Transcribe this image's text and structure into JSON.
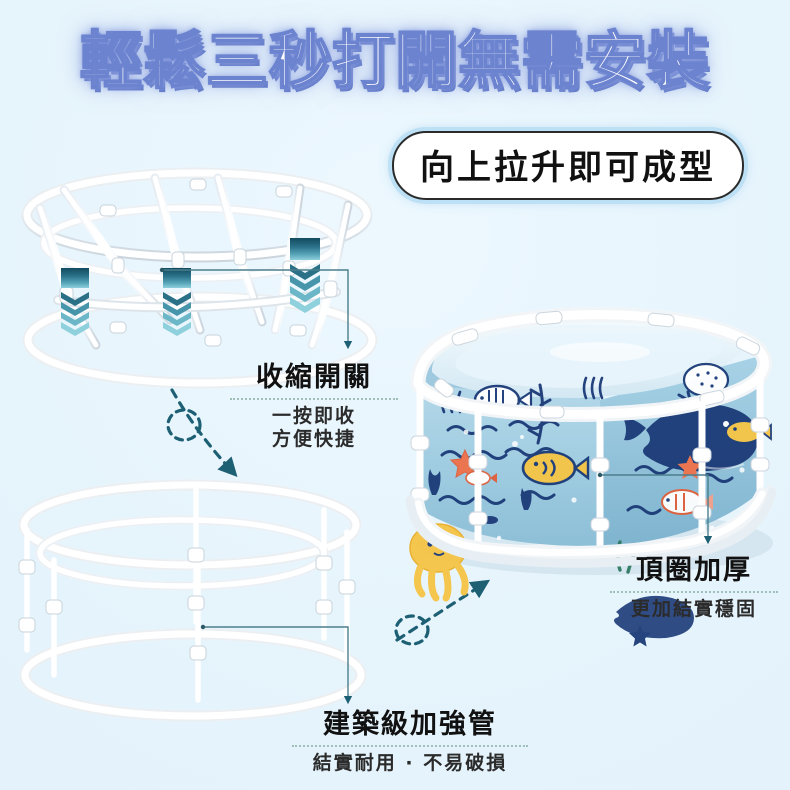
{
  "theme": {
    "background": "#e9f6fd",
    "headline_fill": "#ffffff",
    "headline_outline": "#6c83cf",
    "accent_teal": "#1d5f73",
    "leader_line": "#4a7f8c",
    "pipe_white": "#ffffff",
    "pool_blue": "#9ecbe0",
    "pool_navy": "#1b3a77",
    "pool_yellow": "#f6c445"
  },
  "header": {
    "headline": "輕鬆三秒打開無需安裝",
    "pill_label": "向上拉升即可成型"
  },
  "callouts": [
    {
      "id": "collapse-switch",
      "title": "收縮開關",
      "sub_lines": [
        "一按即收",
        "方便快捷"
      ]
    },
    {
      "id": "thick-top-ring",
      "title": "頂圈加厚",
      "sub_lines": [
        "更加結實穩固"
      ]
    },
    {
      "id": "reinforced-tube",
      "title": "建築級加強管",
      "sub_lines": [
        "結實耐用 · 不易破損"
      ]
    }
  ],
  "figures": [
    {
      "id": "frame-collapsed",
      "caption_ref": "collapse-switch",
      "marker_count": 3,
      "marker_label": "collapse-arrow-marker"
    },
    {
      "id": "frame-extended",
      "caption_ref": "reinforced-tube"
    },
    {
      "id": "pool-assembled",
      "caption_ref": "thick-top-ring"
    }
  ],
  "icons": {
    "chevron_marker": "chevron-down-stack-icon",
    "leader_arrow": "leader-arrow-icon",
    "flow_arrow": "curved-dashed-arrow-icon"
  }
}
